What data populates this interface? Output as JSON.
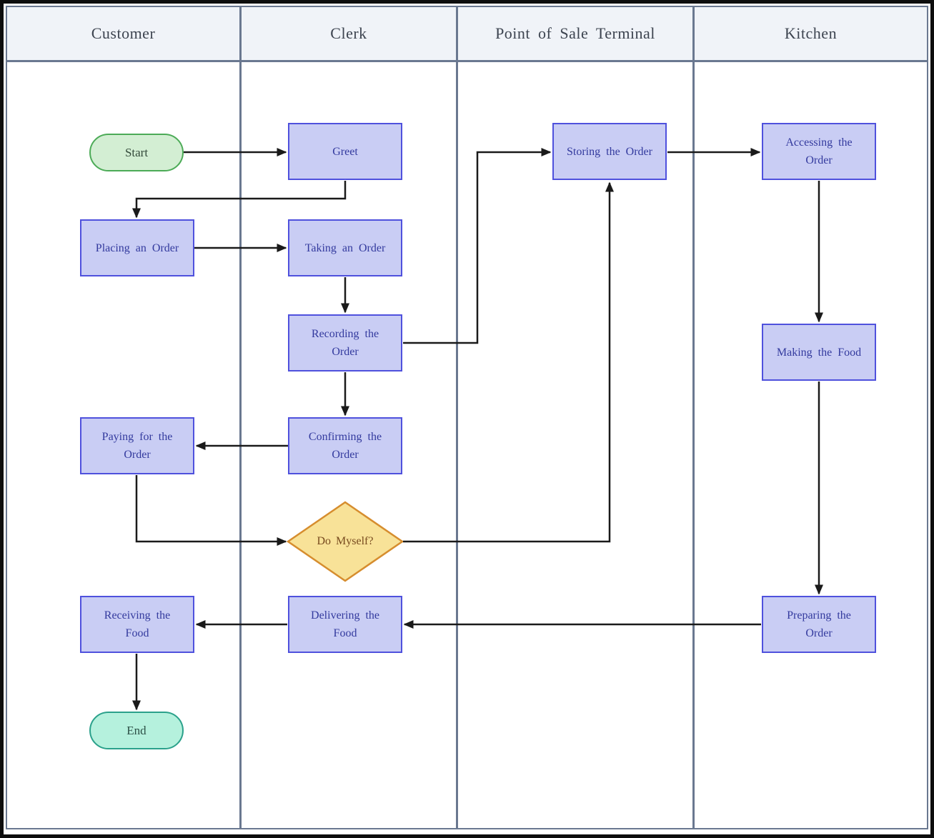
{
  "lanes": [
    {
      "label": "Customer"
    },
    {
      "label": "Clerk"
    },
    {
      "label": "Point of Sale Terminal"
    },
    {
      "label": "Kitchen"
    }
  ],
  "nodes": {
    "start": {
      "label": "Start",
      "type": "terminator",
      "lane": "Customer"
    },
    "greet": {
      "label": "Greet",
      "type": "process",
      "lane": "Clerk"
    },
    "placing_order": {
      "label": "Placing an Order",
      "type": "process",
      "lane": "Customer"
    },
    "taking_order": {
      "label": "Taking an Order",
      "type": "process",
      "lane": "Clerk"
    },
    "recording_order": {
      "label": "Recording the Order",
      "type": "process",
      "lane": "Clerk"
    },
    "storing_order": {
      "label": "Storing the Order",
      "type": "process",
      "lane": "Point of Sale Terminal"
    },
    "accessing_order": {
      "label": "Accessing the Order",
      "type": "process",
      "lane": "Kitchen"
    },
    "making_food": {
      "label": "Making the Food",
      "type": "process",
      "lane": "Kitchen"
    },
    "confirming_order": {
      "label": "Confirming the Order",
      "type": "process",
      "lane": "Clerk"
    },
    "paying_order": {
      "label": "Paying for the Order",
      "type": "process",
      "lane": "Customer"
    },
    "do_myself": {
      "label": "Do Myself?",
      "type": "decision",
      "lane": "Clerk"
    },
    "preparing_order": {
      "label": "Preparing the Order",
      "type": "process",
      "lane": "Kitchen"
    },
    "delivering_food": {
      "label": "Delivering the Food",
      "type": "process",
      "lane": "Clerk"
    },
    "receiving_food": {
      "label": "Receiving the Food",
      "type": "process",
      "lane": "Customer"
    },
    "end": {
      "label": "End",
      "type": "terminator",
      "lane": "Customer"
    }
  },
  "edges": [
    {
      "from": "start",
      "to": "greet"
    },
    {
      "from": "greet",
      "to": "placing_order"
    },
    {
      "from": "placing_order",
      "to": "taking_order"
    },
    {
      "from": "taking_order",
      "to": "recording_order"
    },
    {
      "from": "recording_order",
      "to": "storing_order"
    },
    {
      "from": "storing_order",
      "to": "accessing_order"
    },
    {
      "from": "accessing_order",
      "to": "making_food"
    },
    {
      "from": "making_food",
      "to": "preparing_order"
    },
    {
      "from": "recording_order",
      "to": "confirming_order"
    },
    {
      "from": "confirming_order",
      "to": "paying_order"
    },
    {
      "from": "paying_order",
      "to": "do_myself"
    },
    {
      "from": "do_myself",
      "to": "storing_order"
    },
    {
      "from": "preparing_order",
      "to": "delivering_food"
    },
    {
      "from": "delivering_food",
      "to": "receiving_food"
    },
    {
      "from": "receiving_food",
      "to": "end"
    }
  ],
  "colors": {
    "frame": "#0d0d0d",
    "lane_border": "#6a7890",
    "lane_header_bg": "#f0f3f8",
    "lane_header_text": "#3d4450",
    "process_fill": "#c9cdf4",
    "process_border": "#4f51dd",
    "process_text": "#333a9e",
    "start_fill": "#d3eed3",
    "start_border": "#4cab57",
    "end_fill": "#b5f1dd",
    "end_border": "#2ba18b",
    "decision_fill": "#f8e298",
    "decision_border": "#d68d2e",
    "decision_text": "#774a1e",
    "edge": "#1a1a1a"
  }
}
